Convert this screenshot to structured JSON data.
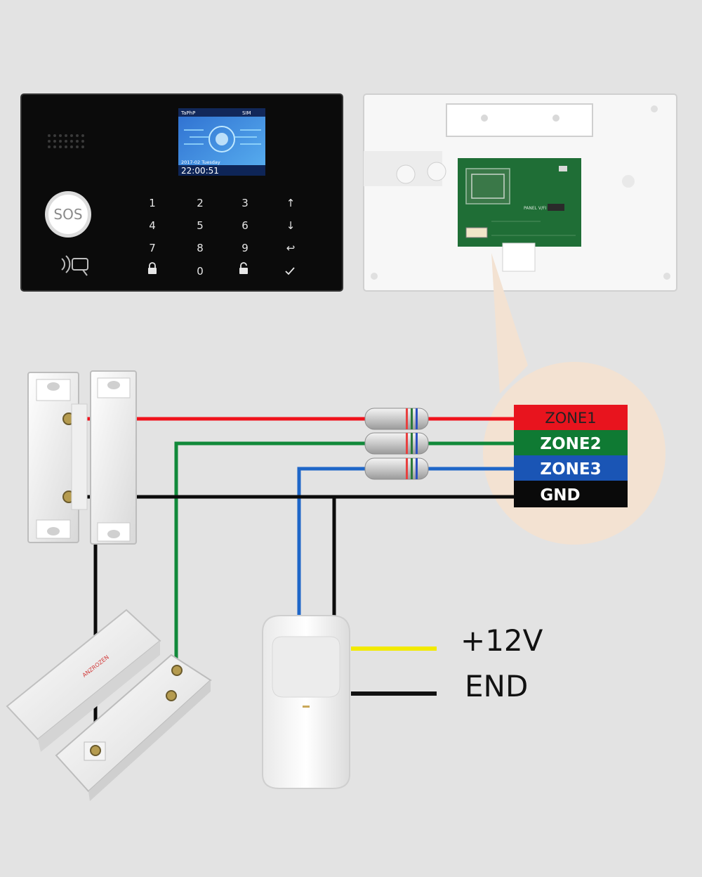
{
  "panel": {
    "sos_label": "SOS",
    "screen_status": "SIM",
    "screen_header": "TaPhP",
    "screen_date": "2017-02 Tuesday",
    "screen_time": "22:00:51",
    "keys": [
      "1",
      "2",
      "3",
      "↑",
      "4",
      "5",
      "6",
      "↓",
      "7",
      "8",
      "9",
      "↩",
      "0"
    ]
  },
  "board": {
    "silkscreen": "PANEL V/FI"
  },
  "terminals": [
    {
      "label": "ZONE1",
      "color": "#e8141e",
      "text_color": "#222222"
    },
    {
      "label": "ZONE2",
      "color": "#0f7a33",
      "text_color": "#ffffff"
    },
    {
      "label": "ZONE3",
      "color": "#1a55b5",
      "text_color": "#ffffff"
    },
    {
      "label": "GND",
      "color": "#0a0a0a",
      "text_color": "#ffffff"
    }
  ],
  "power": {
    "plus_label": "+12V",
    "end_label": "END",
    "plus_color": "#f2ea00",
    "end_color": "#111111"
  },
  "sensor_brand": "ANZROZEN",
  "wire_colors": {
    "zone1": "#f0121c",
    "zone2": "#11893a",
    "zone3": "#1e66c8",
    "gnd": "#0b0b0b"
  },
  "zoom_color": "#f3e2d2"
}
